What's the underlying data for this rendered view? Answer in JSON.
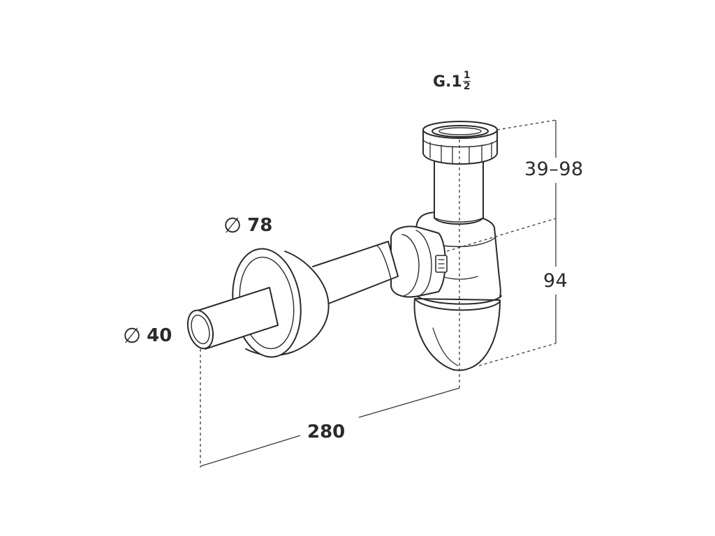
{
  "drawing": {
    "part": "bottle siphon",
    "line_color": "#2a2a2a",
    "dash_color": "#3a3a3a",
    "dimensions": {
      "thread": {
        "prefix": "G.1",
        "frac_num": "1",
        "frac_den": "2"
      },
      "adjust_range": "39–98",
      "height": "94",
      "length": "280",
      "rosette_diameter": {
        "symbol": "∅",
        "value": "78"
      },
      "outlet_diameter": {
        "symbol": "∅",
        "value": "40"
      }
    }
  }
}
